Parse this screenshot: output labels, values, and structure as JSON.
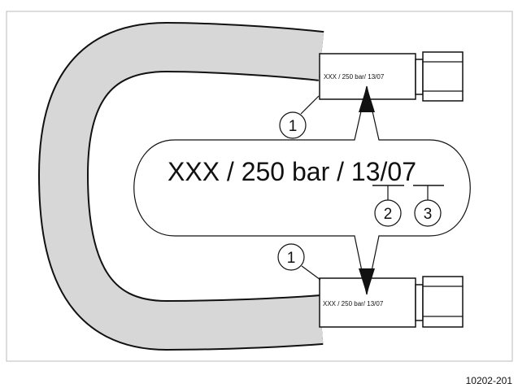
{
  "hose_label_small_top": "XXX / 250 bar/ 13/07",
  "hose_label_small_bottom": "XXX / 250 bar/ 13/07",
  "magnified_label": {
    "part1": "XXX / 250 bar / ",
    "month": "13",
    "slash": "/",
    "year": "07"
  },
  "callouts": [
    "1",
    "1",
    "2",
    "3"
  ],
  "figure_id": "10202-201",
  "colors": {
    "hose_fill": "#d7d7d7",
    "outline": "#111111",
    "frame": "#bbbbbb"
  }
}
